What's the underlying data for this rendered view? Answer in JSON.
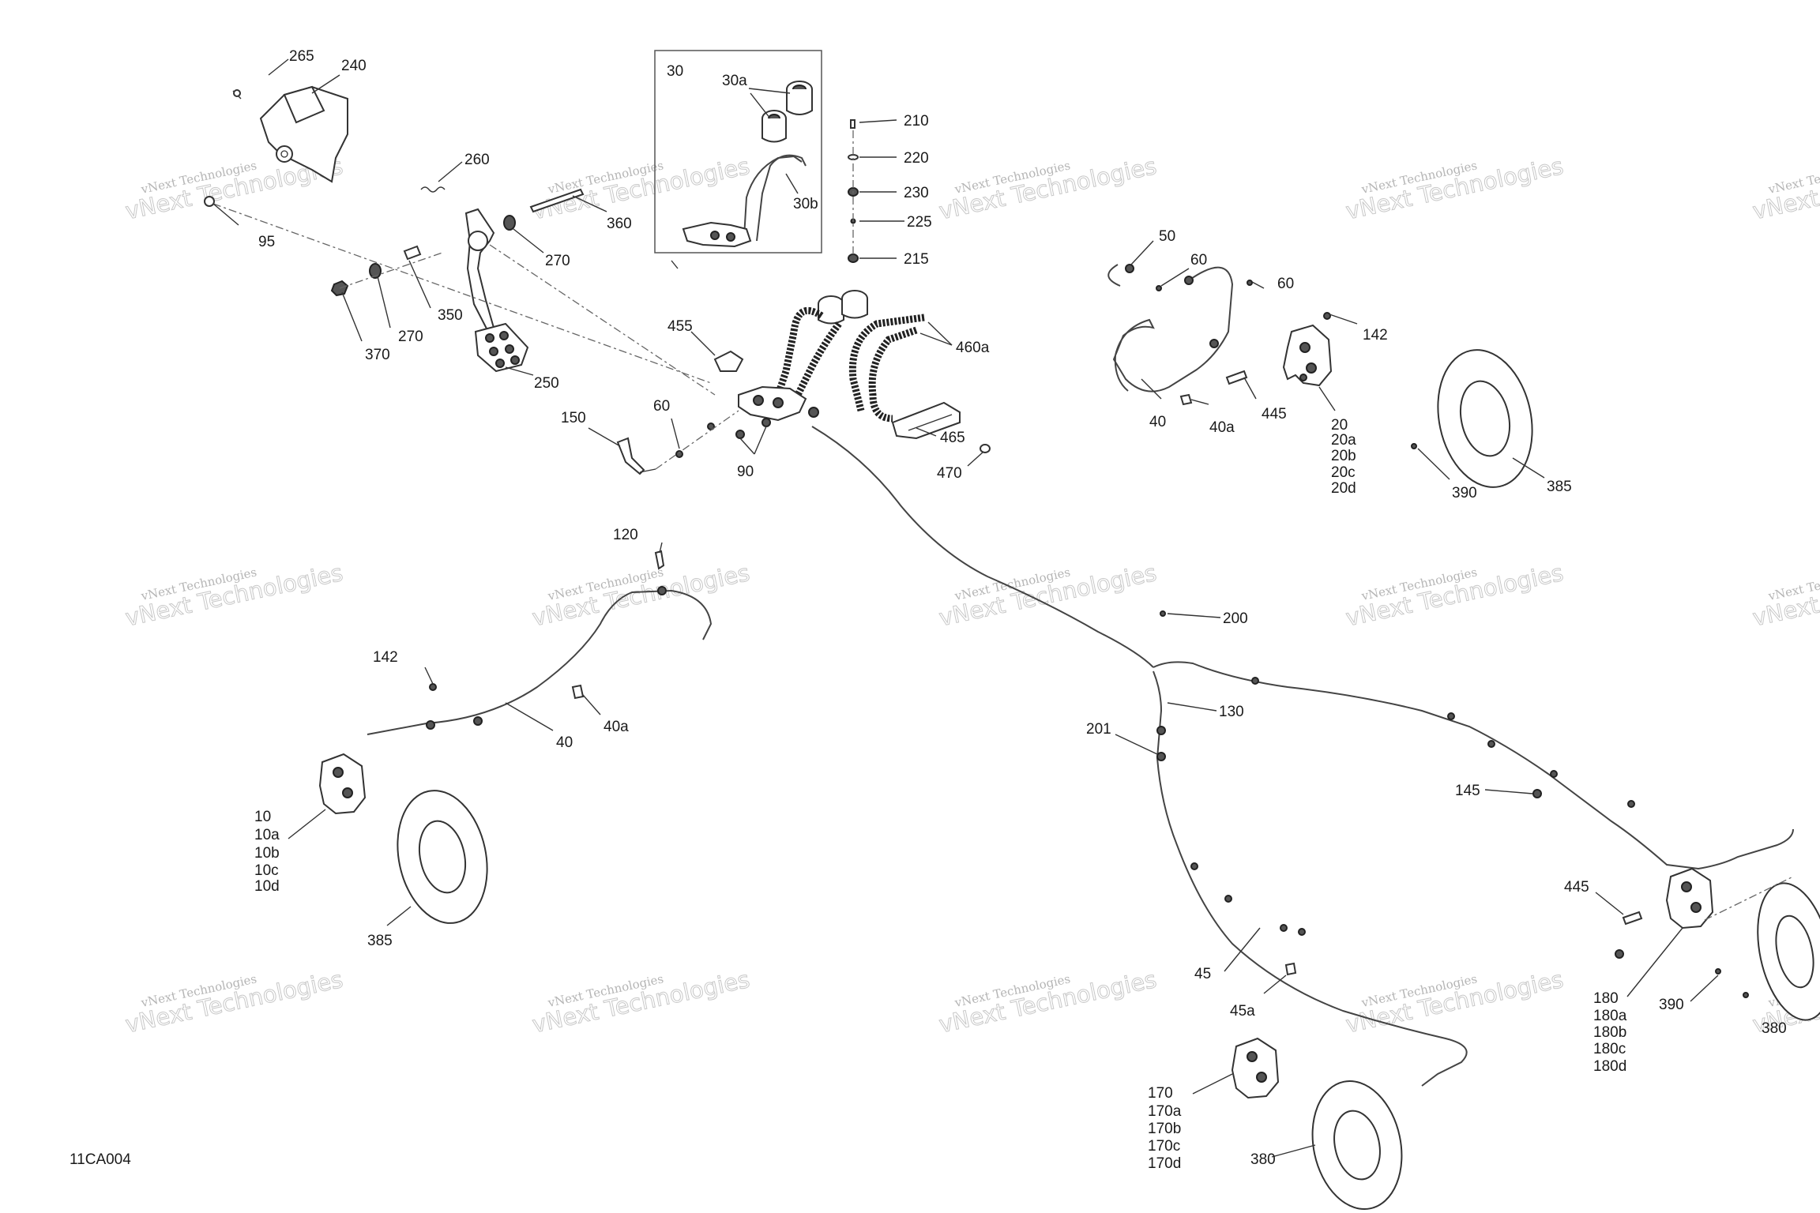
{
  "diagram_code": "11CA004",
  "watermark": {
    "line1": "vNext Technologies",
    "line2": "vNext Technologies"
  },
  "labels": [
    {
      "id": "l265",
      "text": "265"
    },
    {
      "id": "l240",
      "text": "240"
    },
    {
      "id": "l260",
      "text": "260"
    },
    {
      "id": "l95",
      "text": "95"
    },
    {
      "id": "l360",
      "text": "360"
    },
    {
      "id": "l270a",
      "text": "270"
    },
    {
      "id": "l350",
      "text": "350"
    },
    {
      "id": "l270b",
      "text": "270"
    },
    {
      "id": "l370",
      "text": "370"
    },
    {
      "id": "l250",
      "text": "250"
    },
    {
      "id": "l30",
      "text": "30"
    },
    {
      "id": "l30a",
      "text": "30a"
    },
    {
      "id": "l30b",
      "text": "30b"
    },
    {
      "id": "l210",
      "text": "210"
    },
    {
      "id": "l220",
      "text": "220"
    },
    {
      "id": "l230",
      "text": "230"
    },
    {
      "id": "l225",
      "text": "225"
    },
    {
      "id": "l215",
      "text": "215"
    },
    {
      "id": "l455",
      "text": "455"
    },
    {
      "id": "l460a",
      "text": "460a"
    },
    {
      "id": "l465",
      "text": "465"
    },
    {
      "id": "l470",
      "text": "470"
    },
    {
      "id": "l150",
      "text": "150"
    },
    {
      "id": "l60a",
      "text": "60"
    },
    {
      "id": "l90",
      "text": "90"
    },
    {
      "id": "l50",
      "text": "50"
    },
    {
      "id": "l60b",
      "text": "60"
    },
    {
      "id": "l60c",
      "text": "60"
    },
    {
      "id": "l142a",
      "text": "142"
    },
    {
      "id": "l40a",
      "text": "40"
    },
    {
      "id": "l40aa",
      "text": "40a"
    },
    {
      "id": "l445a",
      "text": "445"
    },
    {
      "id": "l20",
      "text": "20"
    },
    {
      "id": "l20a",
      "text": "20a"
    },
    {
      "id": "l20b",
      "text": "20b"
    },
    {
      "id": "l20c",
      "text": "20c"
    },
    {
      "id": "l20d",
      "text": "20d"
    },
    {
      "id": "l390a",
      "text": "390"
    },
    {
      "id": "l385a",
      "text": "385"
    },
    {
      "id": "l120",
      "text": "120"
    },
    {
      "id": "l142b",
      "text": "142"
    },
    {
      "id": "l40b",
      "text": "40"
    },
    {
      "id": "l40ab",
      "text": "40a"
    },
    {
      "id": "l10",
      "text": "10"
    },
    {
      "id": "l10a",
      "text": "10a"
    },
    {
      "id": "l10b",
      "text": "10b"
    },
    {
      "id": "l10c",
      "text": "10c"
    },
    {
      "id": "l10d",
      "text": "10d"
    },
    {
      "id": "l385b",
      "text": "385"
    },
    {
      "id": "l200",
      "text": "200"
    },
    {
      "id": "l130",
      "text": "130"
    },
    {
      "id": "l201",
      "text": "201"
    },
    {
      "id": "l145",
      "text": "145"
    },
    {
      "id": "l45",
      "text": "45"
    },
    {
      "id": "l45a",
      "text": "45a"
    },
    {
      "id": "l445b",
      "text": "445"
    },
    {
      "id": "l180",
      "text": "180"
    },
    {
      "id": "l180a",
      "text": "180a"
    },
    {
      "id": "l180b",
      "text": "180b"
    },
    {
      "id": "l180c",
      "text": "180c"
    },
    {
      "id": "l180d",
      "text": "180d"
    },
    {
      "id": "l390b",
      "text": "390"
    },
    {
      "id": "l380b",
      "text": "380"
    },
    {
      "id": "l170",
      "text": "170"
    },
    {
      "id": "l170a",
      "text": "170a"
    },
    {
      "id": "l170b",
      "text": "170b"
    },
    {
      "id": "l170c",
      "text": "170c"
    },
    {
      "id": "l170d",
      "text": "170d"
    },
    {
      "id": "l380a",
      "text": "380"
    }
  ]
}
